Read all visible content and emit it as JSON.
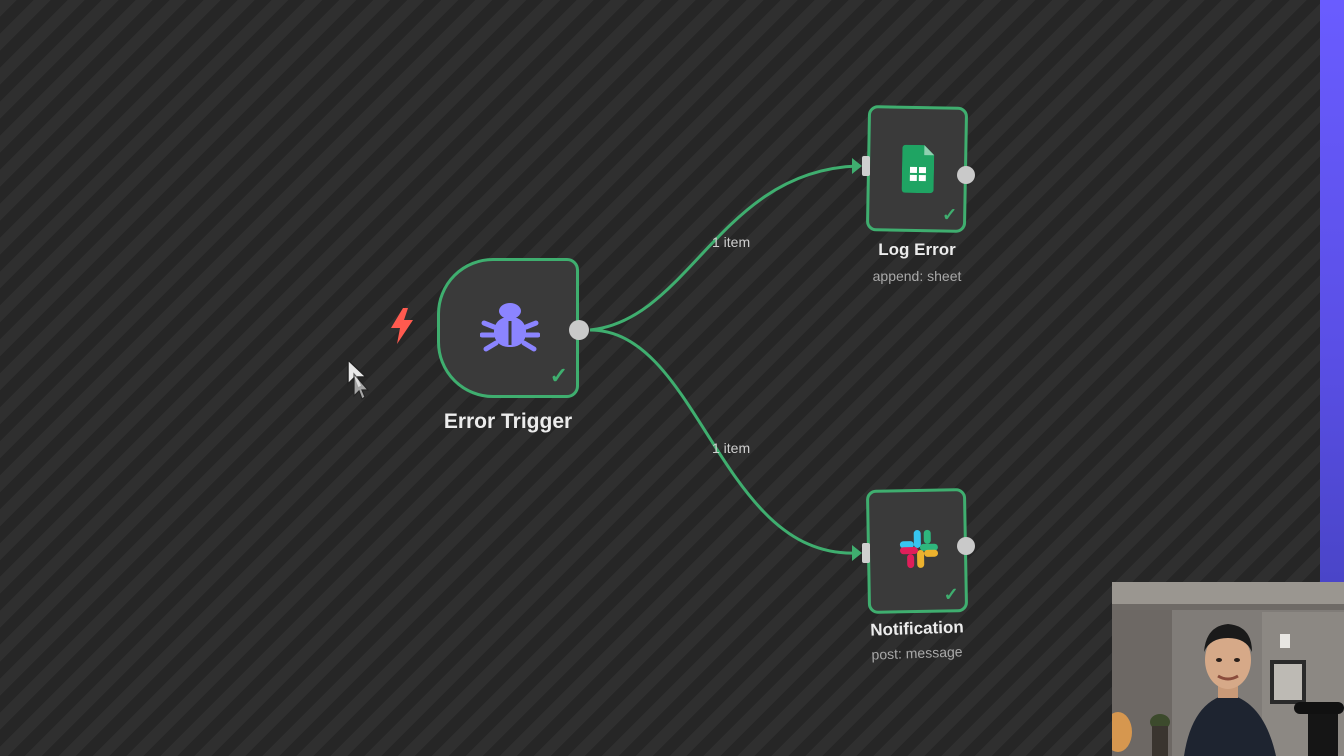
{
  "canvas": {
    "nodes": {
      "trigger": {
        "title": "Error Trigger",
        "icon": "bug-icon",
        "status": "success"
      },
      "sheet": {
        "title": "Log Error",
        "subtitle": "append: sheet",
        "icon": "google-sheets-icon",
        "status": "success"
      },
      "slack": {
        "title": "Notification",
        "subtitle": "post: message",
        "icon": "slack-icon",
        "status": "success"
      }
    },
    "edges": [
      {
        "from": "Error Trigger",
        "to": "Log Error",
        "label": "1 item"
      },
      {
        "from": "Error Trigger",
        "to": "Notification",
        "label": "1 item"
      }
    ],
    "trigger_indicator": "lightning-bolt-icon"
  },
  "colors": {
    "success_green": "#3fae6f",
    "bug_purple": "#8b84ff",
    "bolt_red": "#ff5a4f",
    "accent_strip": "#6a5cff"
  }
}
